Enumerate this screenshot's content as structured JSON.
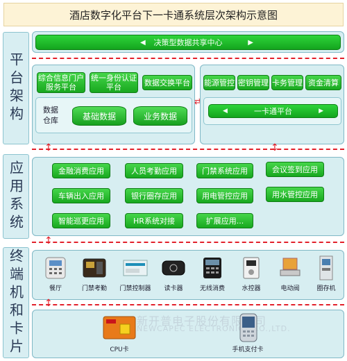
{
  "title": "酒店数字化平台下一卡通系统层次架构示意图",
  "layers": {
    "platform": "平台架构",
    "application": "应用系统",
    "terminal": "终端机和卡片"
  },
  "platform": {
    "decision_center": "决策型数据共享中心",
    "left_modules": [
      "综合信息门户服务平台",
      "统一身份认证平台",
      "数据交换平台"
    ],
    "warehouse_label": "数据仓库",
    "warehouse_items": [
      "基础数据",
      "业务数据"
    ],
    "right_modules": [
      "能源管控",
      "密钥管理",
      "卡务管理",
      "资金清算"
    ],
    "card_platform": "一卡通平台"
  },
  "applications": [
    "金融消费应用",
    "人员考勤应用",
    "门禁系统应用",
    "会议签到应用",
    "车辆出入应用",
    "银行圈存应用",
    "用电管控应用",
    "用水管控应用",
    "智能巡更应用",
    "HR系统对接",
    "扩展应用..."
  ],
  "terminals": [
    "餐厅",
    "门禁考勤",
    "门禁控制器",
    "读卡器",
    "无线消费",
    "水控器",
    "电动阀",
    "圈存机"
  ],
  "cards": [
    "CPU卡",
    "手机支付卡"
  ],
  "watermark": {
    "cn": "新开普电子股份有限公司",
    "en": "NEWCAPEC ELECTRONICS CO.,LTD."
  },
  "colors": {
    "accent_green": "#18a81f",
    "panel_blue": "#d7eef1",
    "divider_red": "#e2202a"
  }
}
